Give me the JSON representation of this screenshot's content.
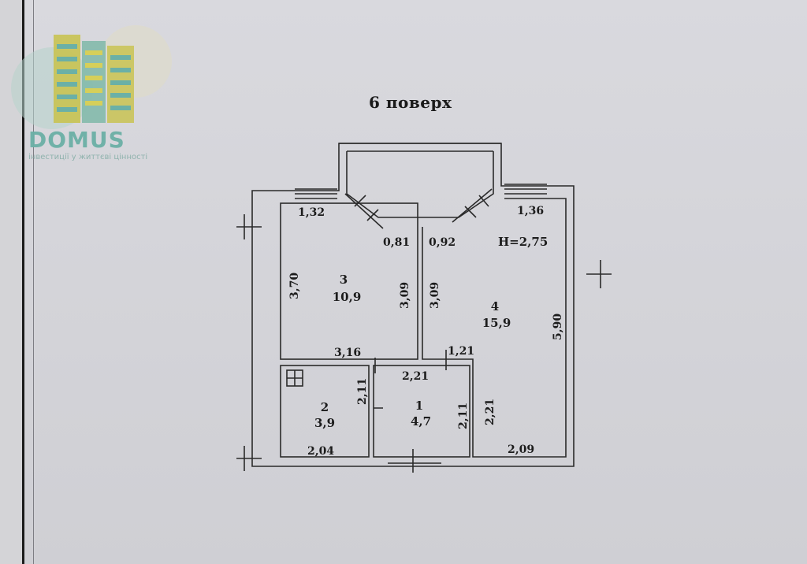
{
  "floor_title": "6 поверх",
  "logo": {
    "name": "DOMUS",
    "tagline": "інвестиції у життєві цінності",
    "colors": [
      "#6bb0a6",
      "#c8c24a"
    ]
  },
  "ceiling_height": "H=2,75",
  "rooms": [
    {
      "number": "1",
      "area": "4,7"
    },
    {
      "number": "2",
      "area": "3,9"
    },
    {
      "number": "3",
      "area": "10,9"
    },
    {
      "number": "4",
      "area": "15,9"
    }
  ],
  "dimensions": {
    "r3_top": "1,32",
    "r3_left": "3,70",
    "r3_right": "3,09",
    "r3_bottom": "3,16",
    "bay_left": "0,81",
    "bay_right": "0,92",
    "r4_top": "1,36",
    "r4_left": "3,09",
    "r4_right": "5,90",
    "r4_bottom": "2,09",
    "r4_lower_left": "2,21",
    "corridor_upper": "1,21",
    "r1_top": "2,21",
    "r1_right": "2,11",
    "r2_right": "2,11",
    "r2_bottom": "2,04"
  }
}
